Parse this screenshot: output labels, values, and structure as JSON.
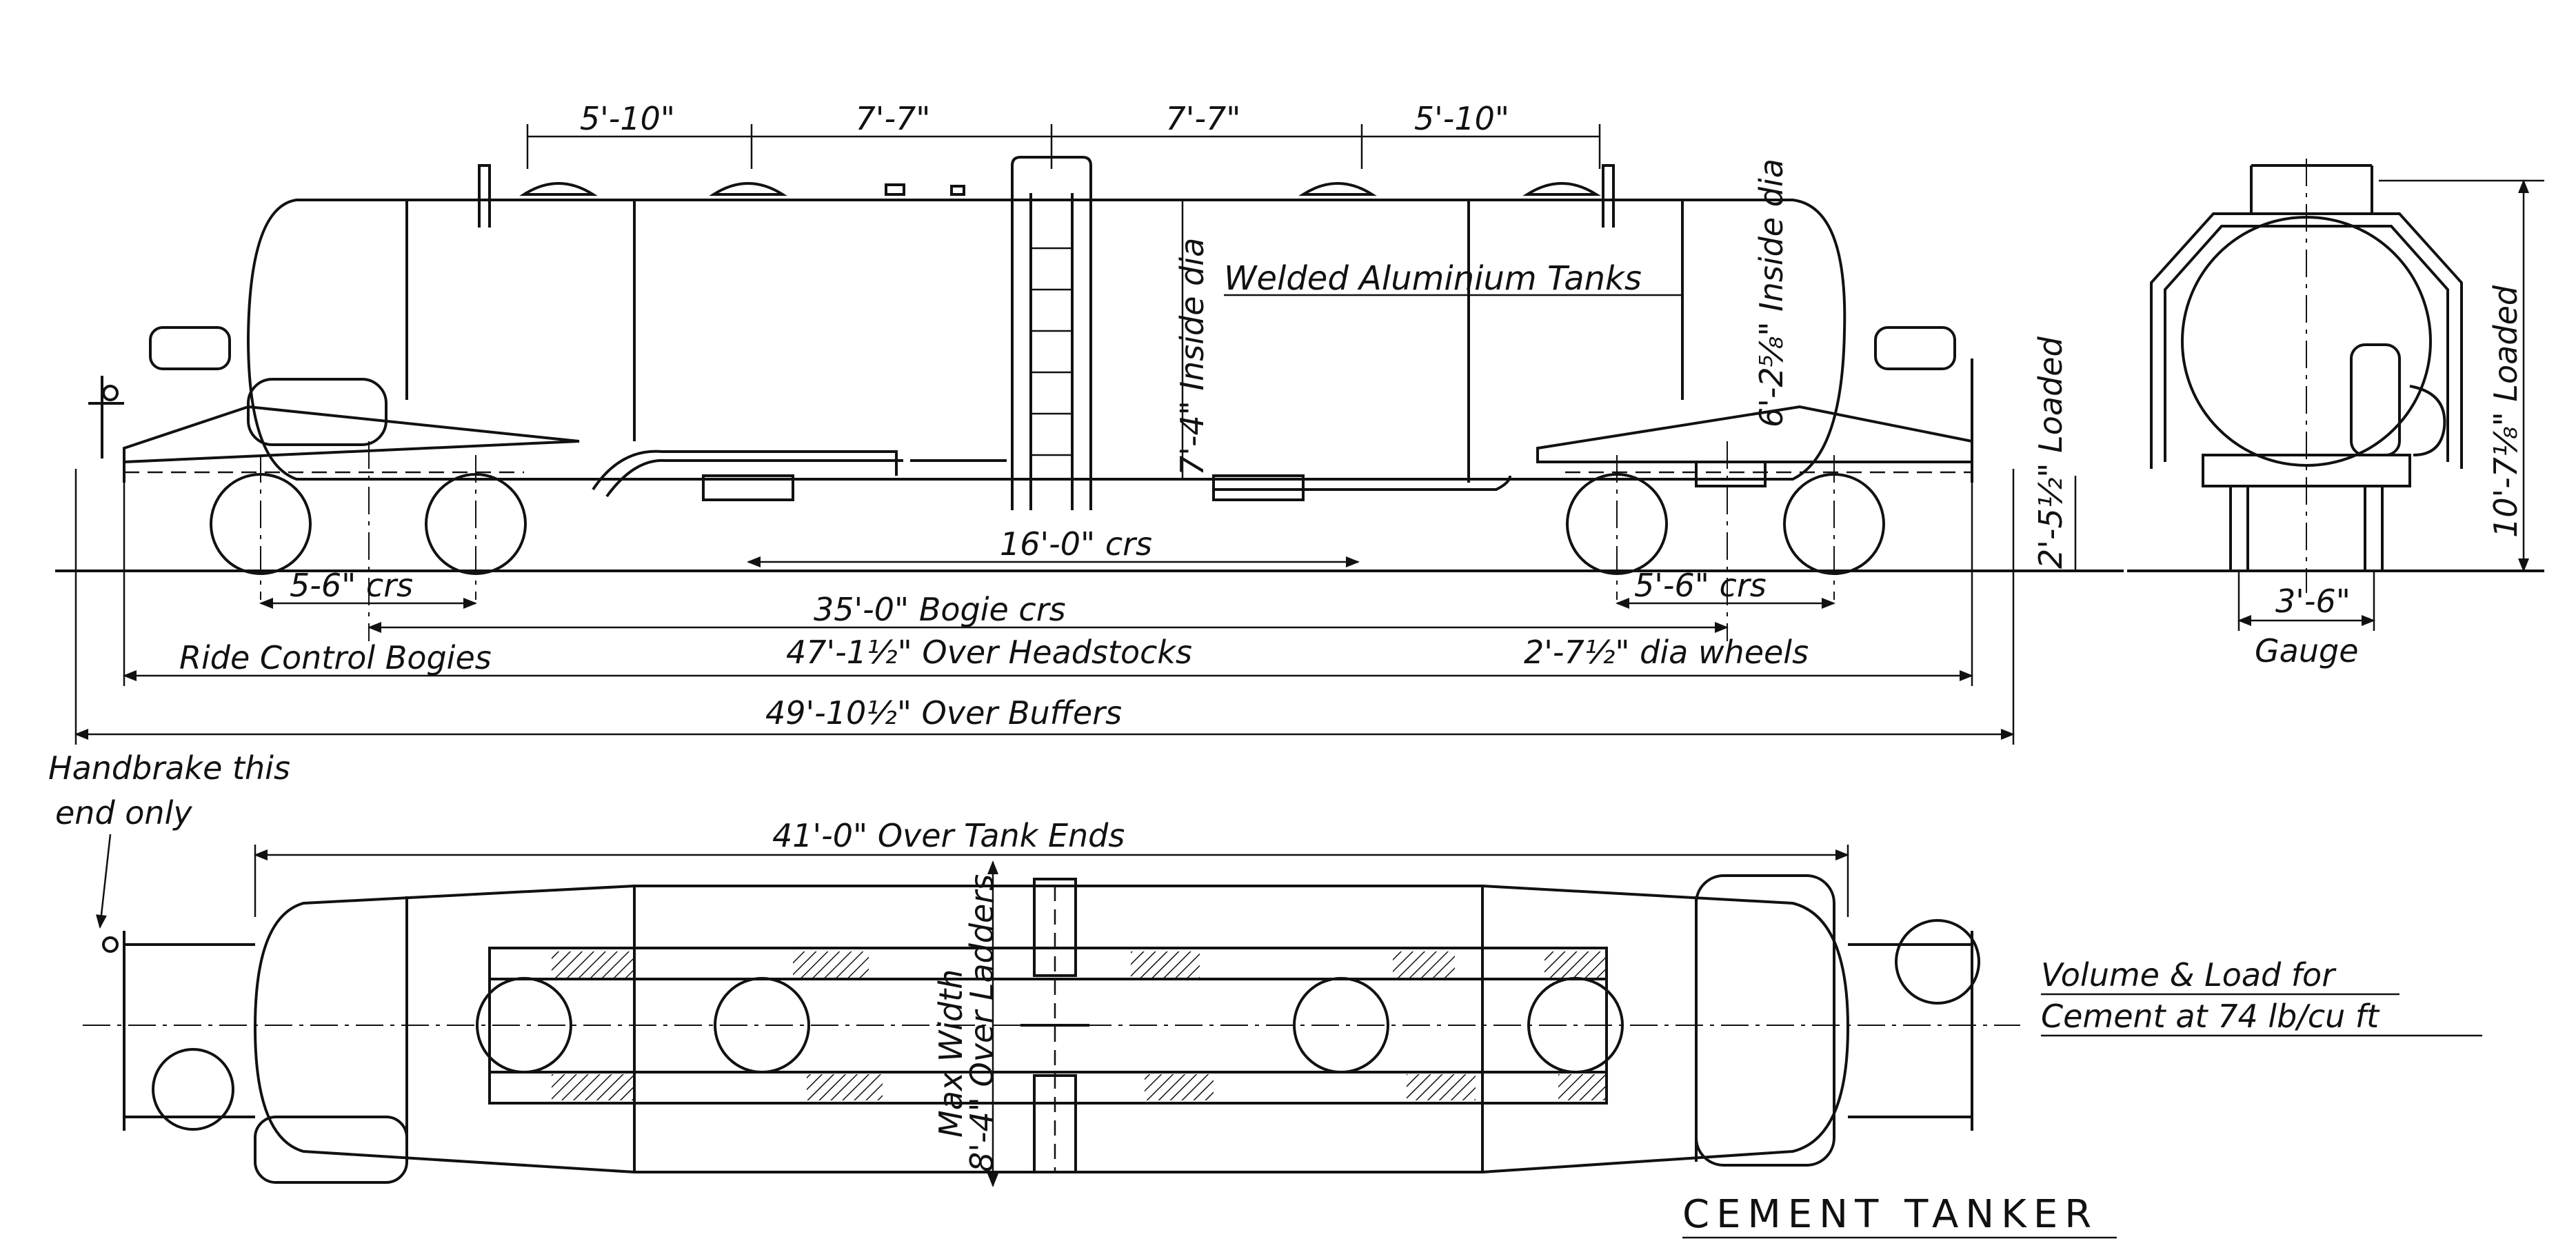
{
  "title": "CEMENT TANKER",
  "side_view": {
    "hatch_spacings": [
      "5'-10\"",
      "7'-7\"",
      "7'-7\"",
      "5'-10\""
    ],
    "tank_note": "Welded Aluminium Tanks",
    "center_dia": "7'-4\" Inside dia",
    "end_dia": "6'-2⅝\" Inside dia",
    "height_buffer": "2'-5½\" Loaded",
    "outlet_crs": "16'-0\" crs",
    "bogie_wheelbase_left": "5-6\" crs",
    "bogie_wheelbase_right": "5'-6\" crs",
    "bogie_centres": "35'-0\" Bogie crs",
    "bogie_type": "Ride Control Bogies",
    "over_headstocks": "47'-1½\" Over Headstocks",
    "wheel_dia": "2'-7½\" dia wheels",
    "over_buffers": "49'-10½\" Over Buffers"
  },
  "end_view": {
    "height": "10'-7⅛\" Loaded",
    "gauge_value": "3'-6\"",
    "gauge_label": "Gauge"
  },
  "handbrake_note": [
    "Handbrake this",
    "end only"
  ],
  "plan_view": {
    "over_tank_ends": "41'-0\" Over Tank Ends",
    "max_width": [
      "Max Width",
      "8'-4\" Over Ladders"
    ]
  },
  "volume_note": [
    "Volume & Load for",
    "Cement at 74 lb/cu ft"
  ]
}
